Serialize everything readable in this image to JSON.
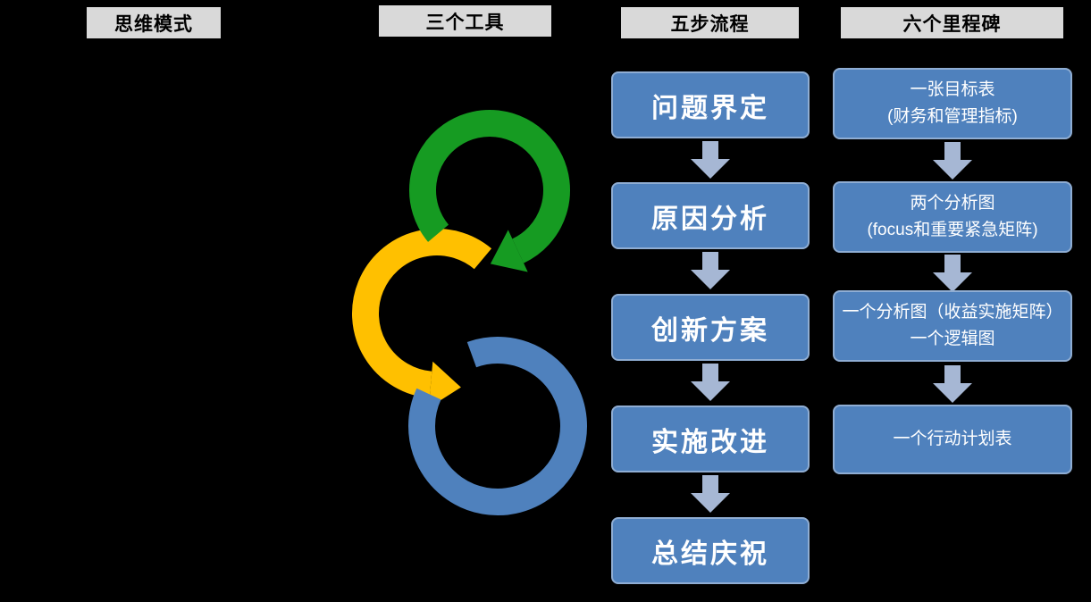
{
  "canvas": {
    "background": "#000000"
  },
  "colors": {
    "header_bg": "#D9D9D9",
    "header_text": "#000000",
    "box_fill": "#4F81BD",
    "box_border": "#8FADD3",
    "box_text": "#FFFFFF",
    "connector_arrow": "#A6B7D4"
  },
  "headers": {
    "mindset": "思维模式",
    "tools": "三个工具",
    "process": "五步流程",
    "milestones": "六个里程碑"
  },
  "tools": {
    "icons": [
      {
        "name": "green-circular-arrow",
        "color": "#169B22"
      },
      {
        "name": "yellow-circular-arrow",
        "color": "#FFC000"
      },
      {
        "name": "blue-circular-arrow",
        "color": "#4F81BD"
      }
    ]
  },
  "process": {
    "steps": [
      "问题界定",
      "原因分析",
      "创新方案",
      "实施改进",
      "总结庆祝"
    ]
  },
  "milestones": {
    "items": [
      {
        "line1": "一张目标表",
        "line2": "(财务和管理指标)"
      },
      {
        "line1": "两个分析图",
        "line2": "(focus和重要紧急矩阵)"
      },
      {
        "line1": "一个分析图（收益实施矩阵）",
        "line2": "一个逻辑图"
      },
      {
        "line1": "一个行动计划表",
        "line2": ""
      }
    ]
  }
}
